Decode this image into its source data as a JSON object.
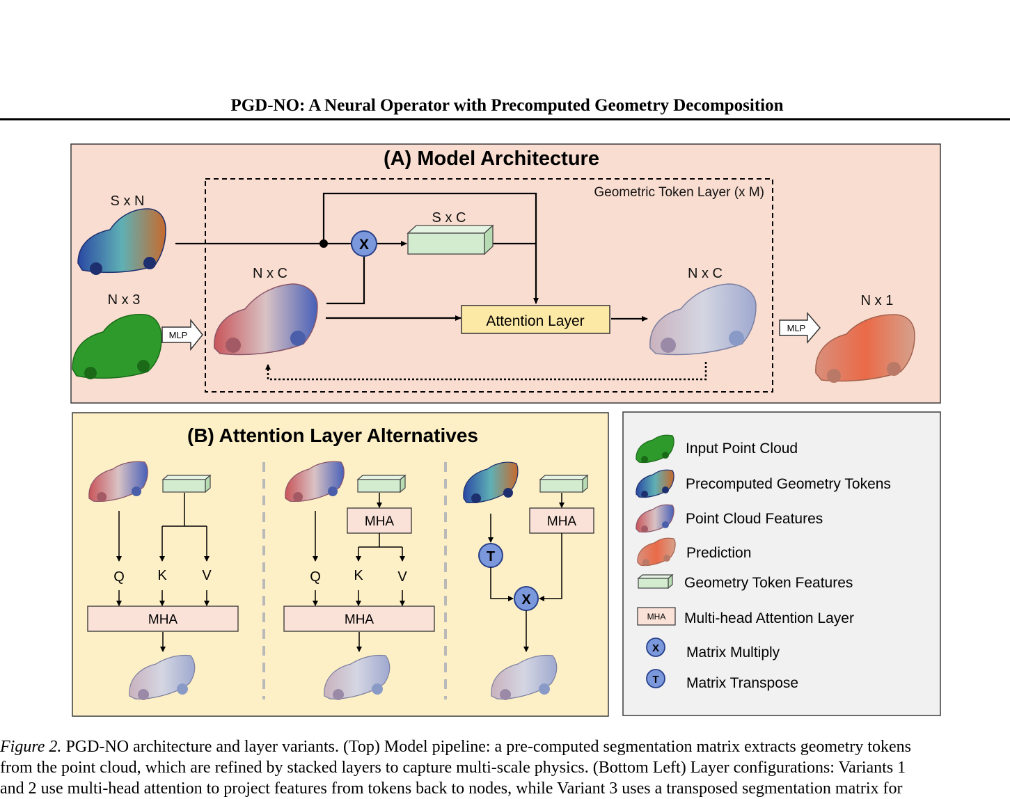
{
  "header": {
    "title": "PGD-NO: A Neural Operator with Precomputed Geometry Decomposition"
  },
  "panel_a": {
    "title": "(A) Model Architecture",
    "layer_label": "Geometric Token Layer (x M)",
    "dims": {
      "sxn": "S x N",
      "nx3": "N x 3",
      "sxc": "S x C",
      "nxc_in": "N x C",
      "nxc_out": "N x C",
      "nx1": "N x 1"
    },
    "mlp_in": "MLP",
    "mlp_out": "MLP",
    "multiply_symbol": "X",
    "attention_layer": "Attention Layer"
  },
  "panel_b": {
    "title": "(B) Attention Layer Alternatives",
    "variant1": {
      "q": "Q",
      "k": "K",
      "v": "V",
      "mha": "MHA"
    },
    "variant2": {
      "mha_top": "MHA",
      "q": "Q",
      "k": "K",
      "v": "V",
      "mha": "MHA"
    },
    "variant3": {
      "mha": "MHA",
      "transpose_symbol": "T",
      "multiply_symbol": "X"
    }
  },
  "legend": {
    "items": [
      "Input Point Cloud",
      "Precomputed Geometry Tokens",
      "Point Cloud Features",
      "Prediction",
      "Geometry Token Features",
      "Multi-head Attention Layer",
      "Matrix Multiply",
      "Matrix Transpose"
    ],
    "mha_swatch": "MHA",
    "multiply_symbol": "X",
    "transpose_symbol": "T"
  },
  "caption": {
    "label": "Figure 2.",
    "line1": " PGD-NO architecture and layer variants. (Top) Model pipeline: a pre-computed segmentation matrix extracts geometry tokens",
    "line2": "from the point cloud, which are refined by stacked layers to capture multi-scale physics. (Bottom Left) Layer configurations: Variants 1",
    "line3": "and 2 use multi-head attention to project features from tokens back to nodes, while Variant 3 uses a transposed segmentation matrix for"
  },
  "colors": {
    "panel_a_bg": "#f9ddd0",
    "panel_b_bg": "#fdf0c6",
    "legend_bg": "#f1f1f1",
    "token_box": "#d3ecd0",
    "attention_box": "#fde9a6",
    "mha_box": "#fbe2d8",
    "operator_circle": "#7b98dc",
    "input_cloud": "#2f9a2c",
    "geometry_tokens": "#2b4fa8",
    "features": "#b86a6e",
    "prediction": "#e07a5a"
  }
}
